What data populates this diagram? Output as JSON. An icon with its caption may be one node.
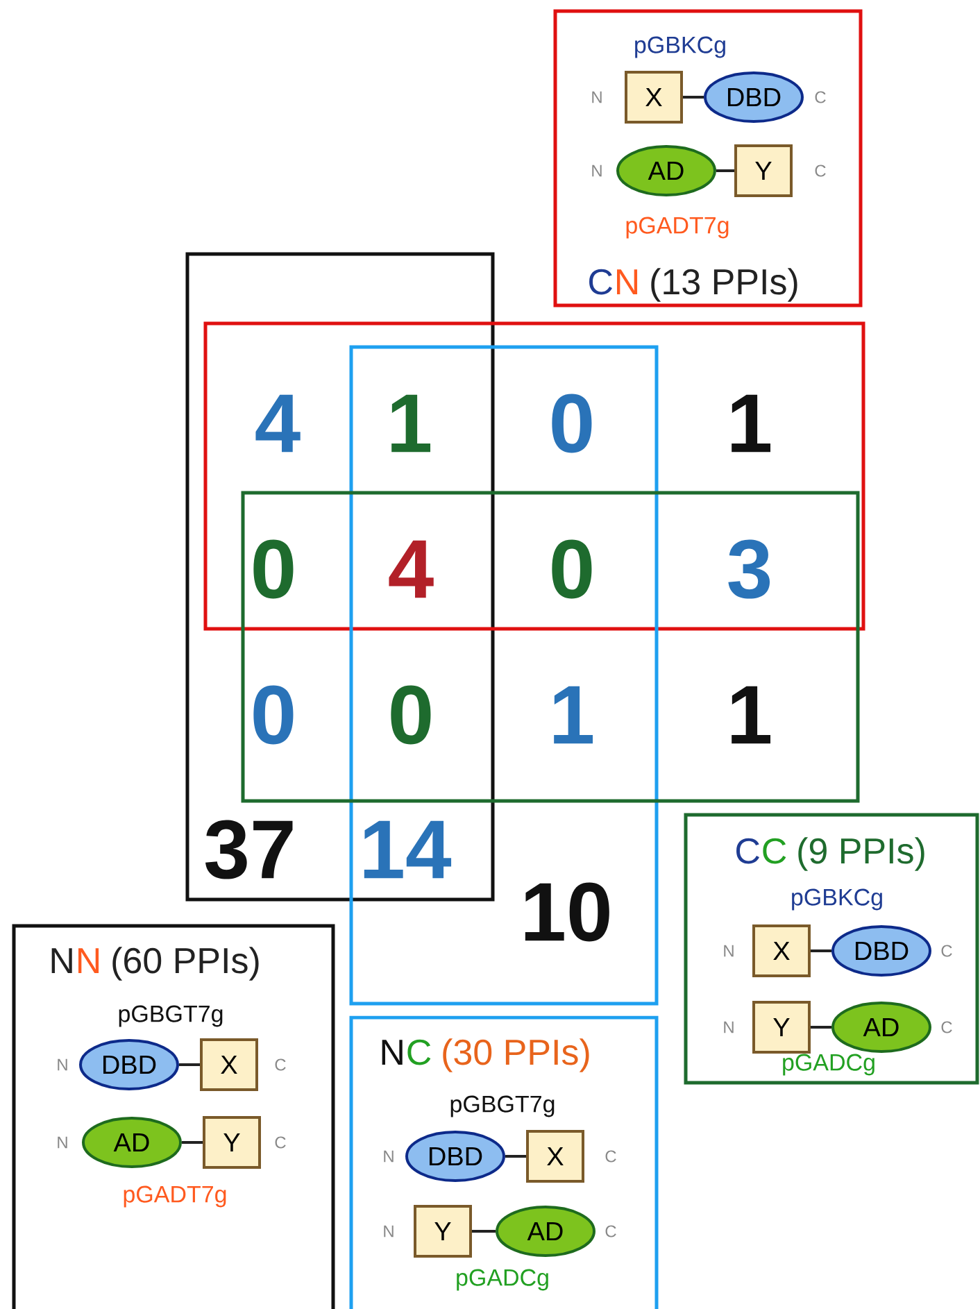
{
  "diagram": {
    "nodes": [
      {
        "text": [
          "pGBKCg",
          "pGADT7g",
          "C",
          "N",
          "(13 PPIs)"
        ]
      },
      {
        "text": [
          "X"
        ],
        "in": 0,
        "beside": [
          "N"
        ]
      },
      {
        "text": [
          "DBD"
        ],
        "in": 0,
        "beside": [
          "C"
        ]
      },
      {
        "text": [
          "AD"
        ],
        "in": 0,
        "beside": [
          "N"
        ]
      },
      {
        "text": [
          "Y"
        ],
        "in": 0,
        "beside": [
          "C"
        ]
      },
      {
        "text": [],
        "shape": "box"
      },
      {
        "text": [],
        "shape": "box"
      },
      {
        "text": [],
        "shape": "box"
      },
      {
        "text": [],
        "shape": "box"
      },
      {
        "text": [
          "C",
          "C",
          "(9 PPIs)",
          "pGBKCg",
          "pGADCg"
        ]
      },
      {
        "text": [
          "X"
        ],
        "in": 9,
        "beside": [
          "N"
        ]
      },
      {
        "text": [
          "DBD"
        ],
        "in": 9,
        "beside": [
          "C"
        ]
      },
      {
        "text": [
          "Y"
        ],
        "in": 9,
        "beside": [
          "N"
        ]
      },
      {
        "text": [
          "AD"
        ],
        "in": 9,
        "beside": [
          "C"
        ]
      },
      {
        "text": [
          "N",
          "N",
          "(60 PPIs)",
          "pGBGT7g",
          "pGADT7g"
        ]
      },
      {
        "text": [
          "DBD"
        ],
        "in": 14,
        "beside": [
          "N"
        ]
      },
      {
        "text": [
          "X"
        ],
        "in": 14,
        "beside": [
          "C"
        ]
      },
      {
        "text": [
          "AD"
        ],
        "in": 14,
        "beside": [
          "N"
        ]
      },
      {
        "text": [
          "Y"
        ],
        "in": 14,
        "beside": [
          "C"
        ]
      },
      {
        "text": [
          "N",
          "C",
          "(30 PPIs)",
          "pGBGT7g",
          "pGADCg"
        ]
      },
      {
        "text": [
          "DBD"
        ],
        "in": 19,
        "beside": [
          "N"
        ]
      },
      {
        "text": [
          "X"
        ],
        "in": 19,
        "beside": [
          "C"
        ]
      },
      {
        "text": [
          "Y"
        ],
        "in": 19,
        "beside": [
          "N"
        ]
      },
      {
        "text": [
          "AD"
        ],
        "in": 19,
        "beside": [
          "C"
        ]
      }
    ],
    "edges": [
      {
        "from": 1,
        "to": 2,
        "arrow": "none"
      },
      {
        "from": 3,
        "to": 4,
        "arrow": "none"
      },
      {
        "from": 10,
        "to": 11,
        "arrow": "none"
      },
      {
        "from": 12,
        "to": 13,
        "arrow": "none"
      },
      {
        "from": 15,
        "to": 16,
        "arrow": "none"
      },
      {
        "from": 17,
        "to": 18,
        "arrow": "none"
      },
      {
        "from": 20,
        "to": 21,
        "arrow": "none"
      },
      {
        "from": 22,
        "to": 23,
        "arrow": "none"
      }
    ],
    "labels": [
      "4",
      "1",
      "0",
      "1",
      "0",
      "4",
      "0",
      "3",
      "0",
      "0",
      "1",
      "1",
      "37",
      "14",
      "10"
    ]
  }
}
